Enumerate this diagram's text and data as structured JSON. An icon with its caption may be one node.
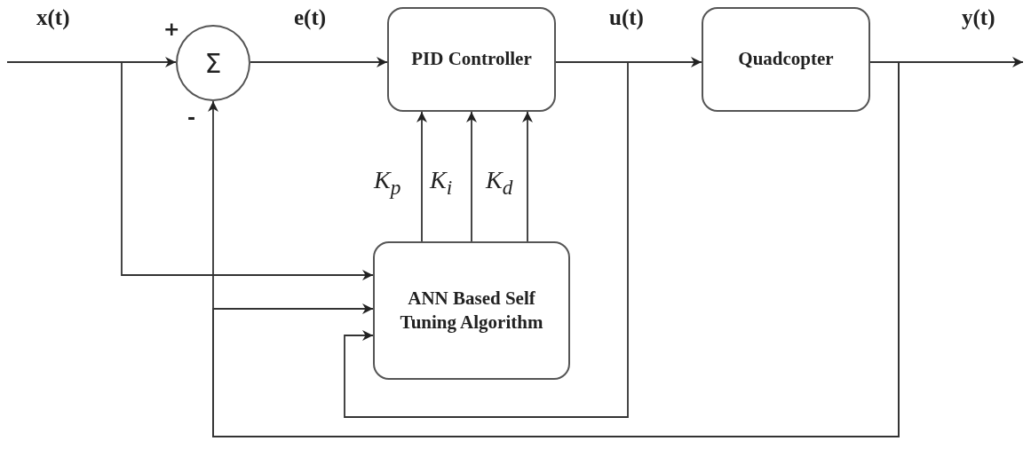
{
  "diagram": {
    "nodes": [
      {
        "text": [
          "Σ"
        ]
      },
      {
        "text": [
          "PID Controller"
        ]
      },
      {
        "text": [
          "Quadcopter"
        ]
      },
      {
        "text": [
          "ANN Based Self Tuning Algorithm"
        ]
      }
    ],
    "edges": [
      {
        "from": null,
        "to": 0,
        "arrow": "to",
        "label": "x(t)"
      },
      {
        "from": 0,
        "to": 1,
        "arrow": "to",
        "label": "e(t)"
      },
      {
        "from": 1,
        "to": 2,
        "arrow": "to",
        "label": "u(t)"
      },
      {
        "from": 2,
        "to": null,
        "arrow": "to",
        "label": "y(t)"
      },
      {
        "from": 3,
        "to": 1,
        "arrow": "to",
        "label": "K$_{p}$"
      },
      {
        "from": 3,
        "to": 1,
        "arrow": "to",
        "label": "K$_{i}$"
      },
      {
        "from": 3,
        "to": 1,
        "arrow": "to",
        "label": "K$_{d}$"
      },
      {
        "from": null,
        "to": 3,
        "arrow": "to"
      },
      {
        "from": 2,
        "to": 0,
        "arrow": "to"
      },
      {
        "from": 2,
        "to": 3,
        "arrow": "to"
      },
      {
        "from": 1,
        "to": 3,
        "arrow": "to"
      }
    ],
    "labels": [
      "+",
      "-"
    ]
  }
}
